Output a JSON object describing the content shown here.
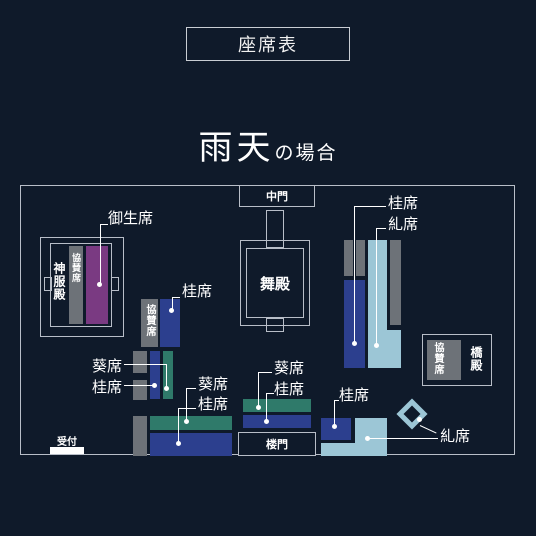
{
  "header": {
    "title": "座席表"
  },
  "heading": {
    "main": "雨天",
    "sub": "の場合"
  },
  "buildings": {
    "middle_gate": "中門",
    "tower_gate": "楼門",
    "dance_hall": "舞殿",
    "shrine_hall": "神服殿",
    "bridge_hall": "橋殿",
    "reception": "受付"
  },
  "seats": {
    "kyosan": "協賛席",
    "misho": "御生席",
    "katsura": "桂席",
    "aoi": "葵席",
    "tadasu": "糺席"
  },
  "colors": {
    "background": "#0f1a2a",
    "katsura": "#2c3f8e",
    "aoi": "#2f7a6a",
    "tadasu": "#9cc6d6",
    "kyosan": "#6d7278",
    "misho": "#7a3a82"
  }
}
